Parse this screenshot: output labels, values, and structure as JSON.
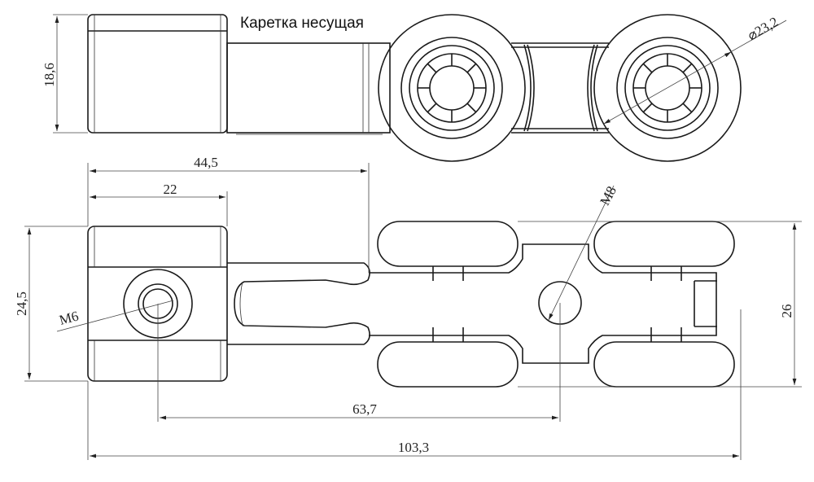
{
  "title": "Каретка несущая",
  "dimensions": {
    "height_top_view": "18,6",
    "wheel_diameter": "⌀23,2",
    "length_to_joint": "44,5",
    "block_width": "22",
    "block_height": "24,5",
    "thread_small": "M6",
    "thread_large": "M8",
    "wheel_span": "26",
    "hole_spacing": "63,7",
    "overall_length": "103,3"
  }
}
